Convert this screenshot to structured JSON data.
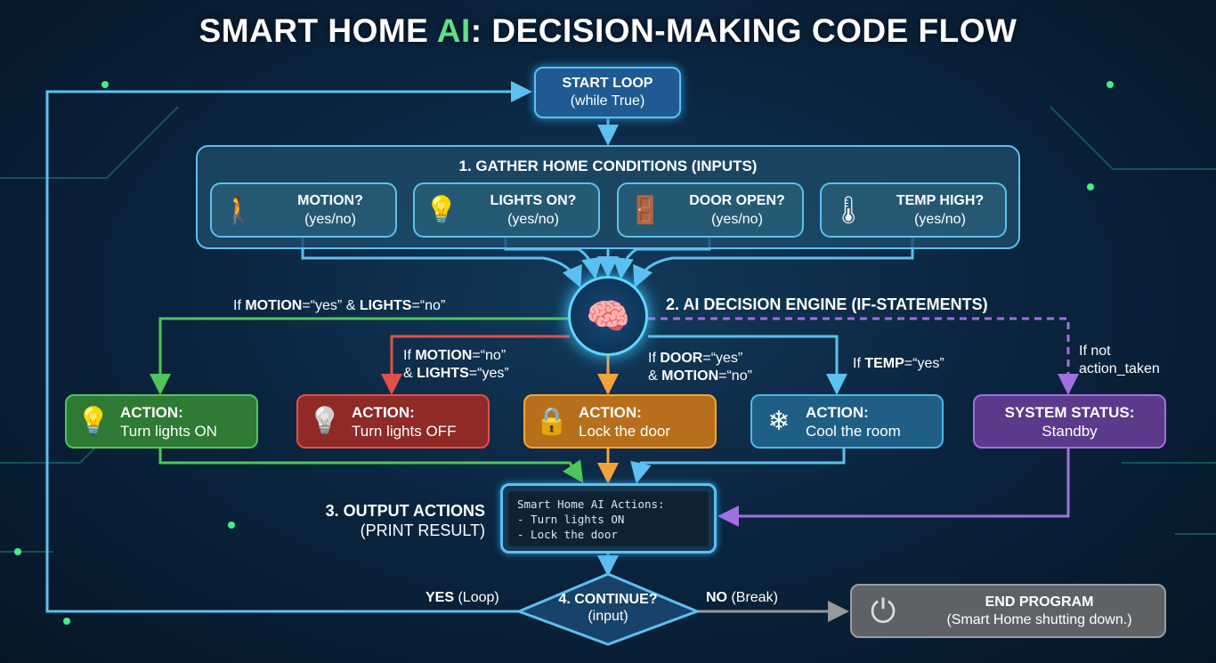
{
  "title": {
    "prefix": "SMART HOME ",
    "accent": "AI",
    "suffix": ": DECISION-MAKING CODE FLOW"
  },
  "start": {
    "label": "START LOOP",
    "sub": "(while True)"
  },
  "gather": {
    "title": "1. GATHER HOME CONDITIONS (INPUTS)",
    "inputs": [
      {
        "label": "MOTION?",
        "sub": "(yes/no)",
        "icon": "walking-person-icon"
      },
      {
        "label": "LIGHTS ON?",
        "sub": "(yes/no)",
        "icon": "lightbulb-icon"
      },
      {
        "label": "DOOR OPEN?",
        "sub": "(yes/no)",
        "icon": "door-icon"
      },
      {
        "label": "TEMP HIGH?",
        "sub": "(yes/no)",
        "icon": "thermometer-icon"
      }
    ]
  },
  "engine": {
    "title": "2. AI DECISION ENGINE (IF-STATEMENTS)",
    "icon": "brain-icon"
  },
  "conditions": {
    "c1": {
      "pre": "If ",
      "k1": "MOTION",
      "v1": "=“yes” & ",
      "k2": "LIGHTS",
      "v2": "=“no”"
    },
    "c2": {
      "pre": "If ",
      "k1": "MOTION",
      "v1": "=“no”",
      "pre2": "& ",
      "k2": "LIGHTS",
      "v2": "=“yes”"
    },
    "c3": {
      "pre": "If ",
      "k1": "DOOR",
      "v1": "=“yes”",
      "pre2": "& ",
      "k2": "MOTION",
      "v2": "=“no”"
    },
    "c4": {
      "pre": "If ",
      "k1": "TEMP",
      "v1": "=“yes”"
    },
    "c5": {
      "l1": "If not",
      "l2": "action_taken"
    }
  },
  "actions": [
    {
      "title": "ACTION:",
      "text": "Turn lights ON",
      "color": "#4fc65a",
      "bg": "#2f7a34"
    },
    {
      "title": "ACTION:",
      "text": "Turn lights OFF",
      "color": "#e0504a",
      "bg": "#8f2a26"
    },
    {
      "title": "ACTION:",
      "text": "Lock the door",
      "color": "#f2a43a",
      "bg": "#b86f1c"
    },
    {
      "title": "ACTION:",
      "text": "Cool the room",
      "color": "#4ab8e8",
      "bg": "#1f5f86"
    },
    {
      "title": "SYSTEM STATUS:",
      "text": "Standby",
      "color": "#a070e0",
      "bg": "#5b3a8c"
    }
  ],
  "output": {
    "title": "3. OUTPUT ACTIONS",
    "sub": "(PRINT RESULT)",
    "lines": [
      "Smart Home AI Actions:",
      "- Turn lights ON",
      "- Lock the door"
    ]
  },
  "decision": {
    "title": "4. CONTINUE?",
    "sub": "(input)",
    "yes": "YES",
    "yes_sub": " (Loop)",
    "no": "NO",
    "no_sub": " (Break)"
  },
  "end": {
    "title": "END PROGRAM",
    "sub": "(Smart Home shutting down.)"
  }
}
